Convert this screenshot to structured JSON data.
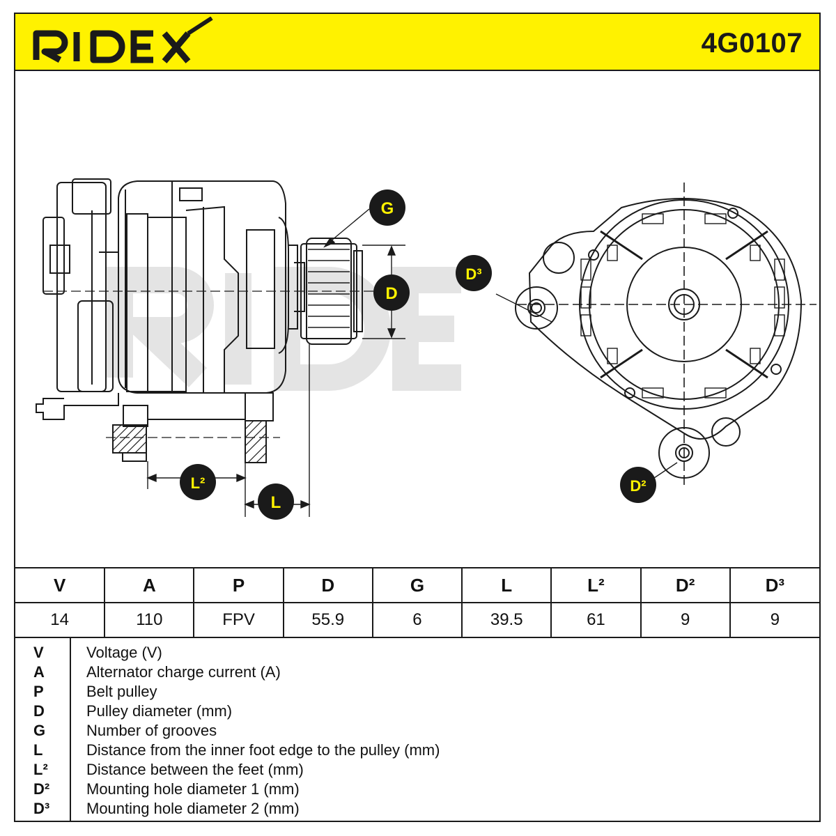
{
  "header": {
    "brand": "RIDEX",
    "part_number": "4G0107"
  },
  "callouts": {
    "g": "G",
    "d": "D",
    "d3": "D³",
    "d2": "D²",
    "l2": "L²",
    "l": "L"
  },
  "colors": {
    "accent_yellow": "#fff200",
    "line": "#1a1a1a",
    "watermark": "#e6e6e6"
  },
  "specs": {
    "headers": [
      "V",
      "A",
      "P",
      "D",
      "G",
      "L",
      "L²",
      "D²",
      "D³"
    ],
    "values": [
      "14",
      "110",
      "FPV",
      "55.9",
      "6",
      "39.5",
      "61",
      "9",
      "9"
    ]
  },
  "legend": [
    {
      "symbol": "V",
      "description": "Voltage (V)"
    },
    {
      "symbol": "A",
      "description": "Alternator charge current (A)"
    },
    {
      "symbol": "P",
      "description": "Belt pulley"
    },
    {
      "symbol": "D",
      "description": "Pulley diameter (mm)"
    },
    {
      "symbol": "G",
      "description": "Number of grooves"
    },
    {
      "symbol": "L",
      "description": "Distance from the inner foot edge to the pulley (mm)"
    },
    {
      "symbol": "L²",
      "description": "Distance between the feet (mm)"
    },
    {
      "symbol": "D²",
      "description": "Mounting hole diameter 1 (mm)"
    },
    {
      "symbol": "D³",
      "description": "Mounting hole diameter 2 (mm)"
    }
  ]
}
